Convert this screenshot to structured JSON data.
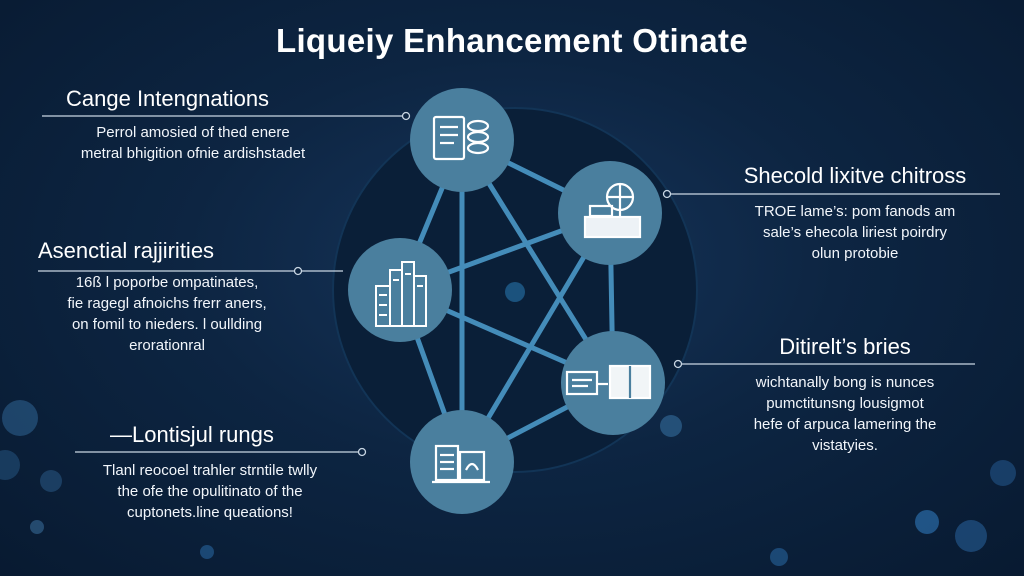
{
  "title": "Liqueiy Enhancement Otinate",
  "sections": {
    "top_left": {
      "heading": "Cange Intengnations",
      "lines": [
        "Perrol amosied of thed enere",
        "metral bhigition ofnie ardishstadet"
      ]
    },
    "mid_left": {
      "heading": "Asenctial rajjirities",
      "lines": [
        "16ß l poporbe ompatinates,",
        "fie ragegl afnoichs frerr aners,",
        "on fomil to nieders. l oullding",
        "erorationral"
      ]
    },
    "bottom_left": {
      "heading": "—Lontisjul rungs",
      "lines": [
        "Tlanl reocoel trahler strntile twlly",
        "the ofe the opulitinato of the",
        "cuptonets.line queations!"
      ]
    },
    "top_right": {
      "heading": "Shecold lixitve chitross",
      "lines": [
        "TROE lame’s: pom fanods am",
        "sale’s ehecola liriest poirdry",
        "olun protobie"
      ]
    },
    "bottom_right": {
      "heading": "Ditirelt’s bries",
      "lines": [
        "wichtanally bong is nunces",
        "pumctitunsng lousigmot",
        "hefe of arpuca lamering the",
        "vistatyies."
      ]
    }
  },
  "nodes": [
    {
      "id": "node-top",
      "icon": "document-coins-icon"
    },
    {
      "id": "node-upper-right",
      "icon": "globe-desk-icon"
    },
    {
      "id": "node-left",
      "icon": "buildings-icon"
    },
    {
      "id": "node-lower-right",
      "icon": "computer-box-icon"
    },
    {
      "id": "node-bottom",
      "icon": "machine-icon"
    }
  ],
  "colors": {
    "background": "#0d2542",
    "node_fill": "#4a7f9e",
    "connector": "#4f9fd0",
    "icon_stroke": "#ffffff"
  }
}
